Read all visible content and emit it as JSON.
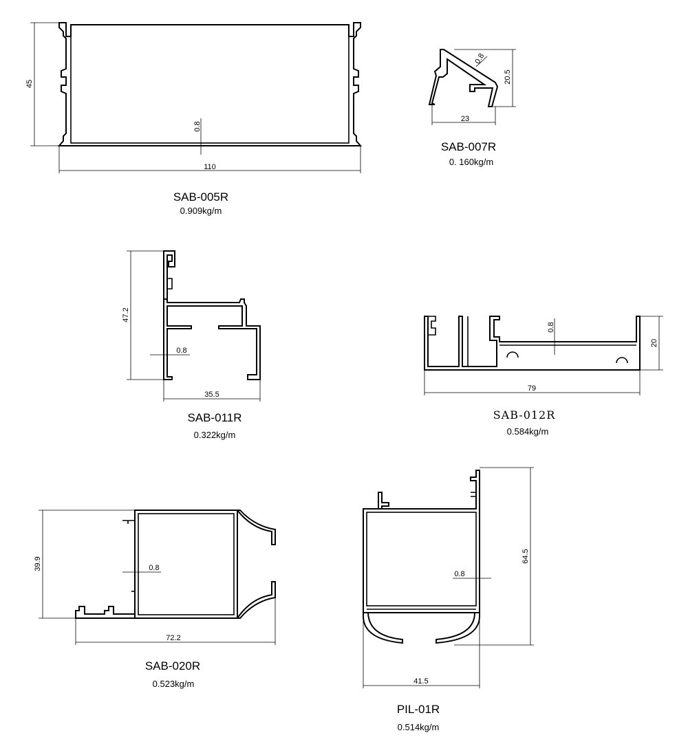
{
  "profiles": [
    {
      "code": "SAB-005R",
      "weight": "0.909kg/m",
      "dims": {
        "height": "45",
        "width": "110",
        "wall": "0.8"
      }
    },
    {
      "code": "SAB-007R",
      "weight": "0. 160kg/m",
      "dims": {
        "height": "20.5",
        "width": "23",
        "wall": "0.8"
      }
    },
    {
      "code": "SAB-011R",
      "weight": "0.322kg/m",
      "dims": {
        "height": "47.2",
        "width": "35.5",
        "wall": "0.8"
      }
    },
    {
      "code": "SAB-012R",
      "weight": "0.584kg/m",
      "dims": {
        "height": "20",
        "width": "79",
        "wall": "0.8"
      }
    },
    {
      "code": "SAB-020R",
      "weight": "0.523kg/m",
      "dims": {
        "height": "39.9",
        "width": "72.2",
        "wall": "0.8"
      }
    },
    {
      "code": "PIL-01R",
      "weight": "0.514kg/m",
      "dims": {
        "height": "64.5",
        "width": "41.5",
        "wall": "0.8"
      }
    }
  ]
}
